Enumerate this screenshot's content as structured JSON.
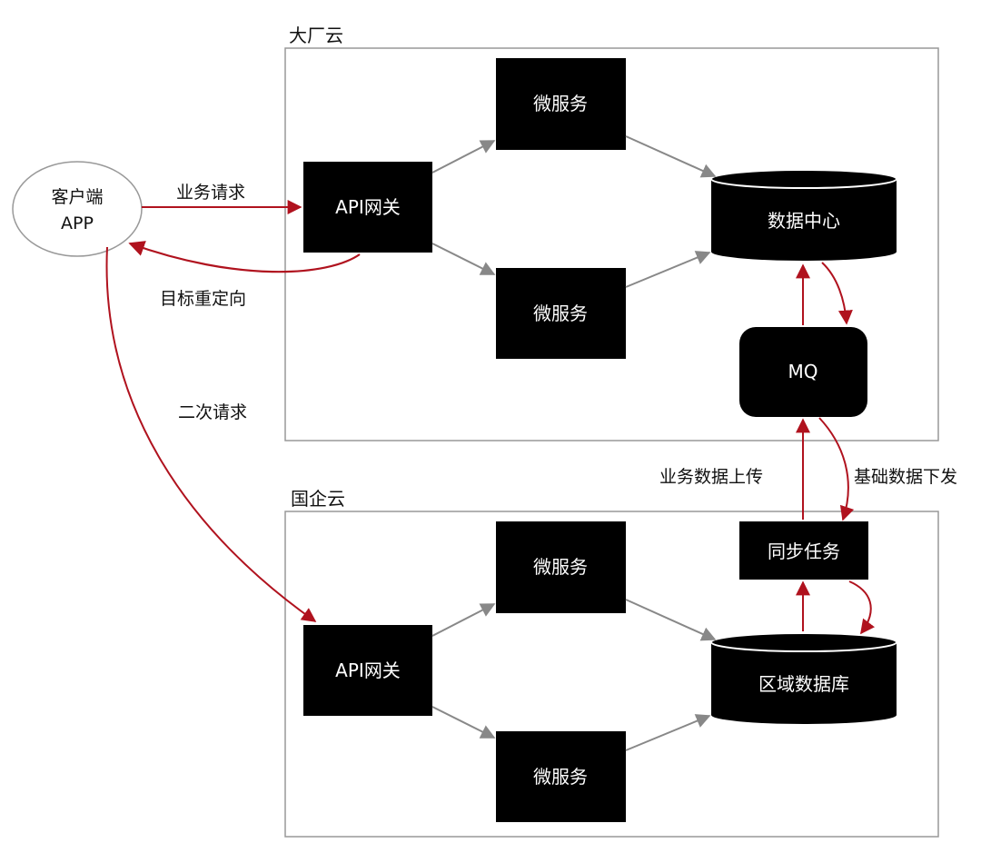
{
  "clouds": {
    "top": {
      "title": "大厂云"
    },
    "bottom": {
      "title": "国企云"
    }
  },
  "client": {
    "line1": "客户端",
    "line2": "APP"
  },
  "top": {
    "gateway": "API网关",
    "service1": "微服务",
    "service2": "微服务",
    "datacenter": "数据中心",
    "mq": "MQ"
  },
  "bottom": {
    "gateway": "API网关",
    "service1": "微服务",
    "service2": "微服务",
    "regional_db": "区域数据库",
    "sync_task": "同步任务"
  },
  "edge_labels": {
    "business_request": "业务请求",
    "redirect": "目标重定向",
    "second_request": "二次请求",
    "upload": "业务数据上传",
    "download": "基础数据下发"
  },
  "colors": {
    "accent": "#b0121e",
    "gray_arrow": "#888888",
    "node": "#000000"
  }
}
